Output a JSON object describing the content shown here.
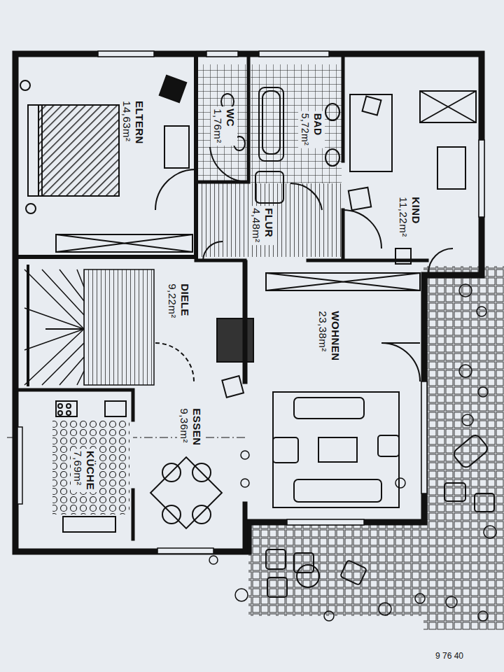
{
  "diagram": {
    "nodes": [
      {
        "text": [
          "ELTERN",
          "14,63m²"
        ]
      },
      {
        "text": [
          "WC",
          "1,76m²"
        ]
      },
      {
        "text": [
          "BAD",
          "5,72m²"
        ]
      },
      {
        "text": [
          "KIND",
          "11,22m²"
        ]
      },
      {
        "text": [
          "FLUR",
          "4,48m²"
        ]
      },
      {
        "text": [
          "DIELE",
          "9,22m²"
        ]
      },
      {
        "text": [
          "WOHNEN",
          "23,38m²"
        ]
      },
      {
        "text": [
          "ESSEN",
          "9,36m²"
        ]
      },
      {
        "text": [
          "KÜCHE",
          "7,69m²"
        ]
      }
    ],
    "labels": [
      "9 76 40"
    ]
  }
}
